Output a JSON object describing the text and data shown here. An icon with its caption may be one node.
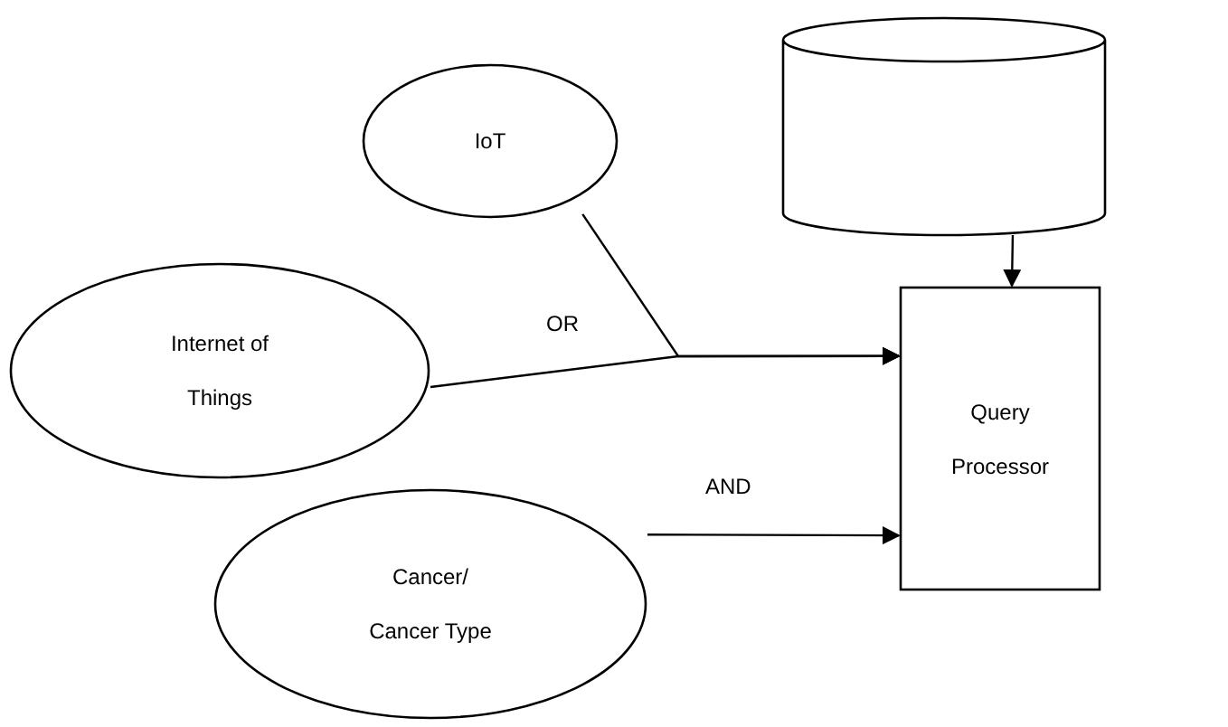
{
  "diagram": {
    "nodes": [
      {
        "text": [
          "IoT"
        ]
      },
      {
        "text": [
          "Internet of Things"
        ]
      },
      {
        "text": [
          "Cancer/ Cancer Type"
        ]
      },
      {
        "text": [],
        "shape": "cylinder"
      },
      {
        "text": [
          "Query Processor"
        ]
      }
    ],
    "edges": [
      {
        "from": 0,
        "to": 4,
        "arrow": "to"
      },
      {
        "from": 1,
        "to": 4,
        "arrow": "to",
        "label": "OR"
      },
      {
        "from": 2,
        "to": 4,
        "arrow": "to",
        "label": "AND"
      },
      {
        "from": 3,
        "to": 4,
        "arrow": "to"
      }
    ]
  }
}
